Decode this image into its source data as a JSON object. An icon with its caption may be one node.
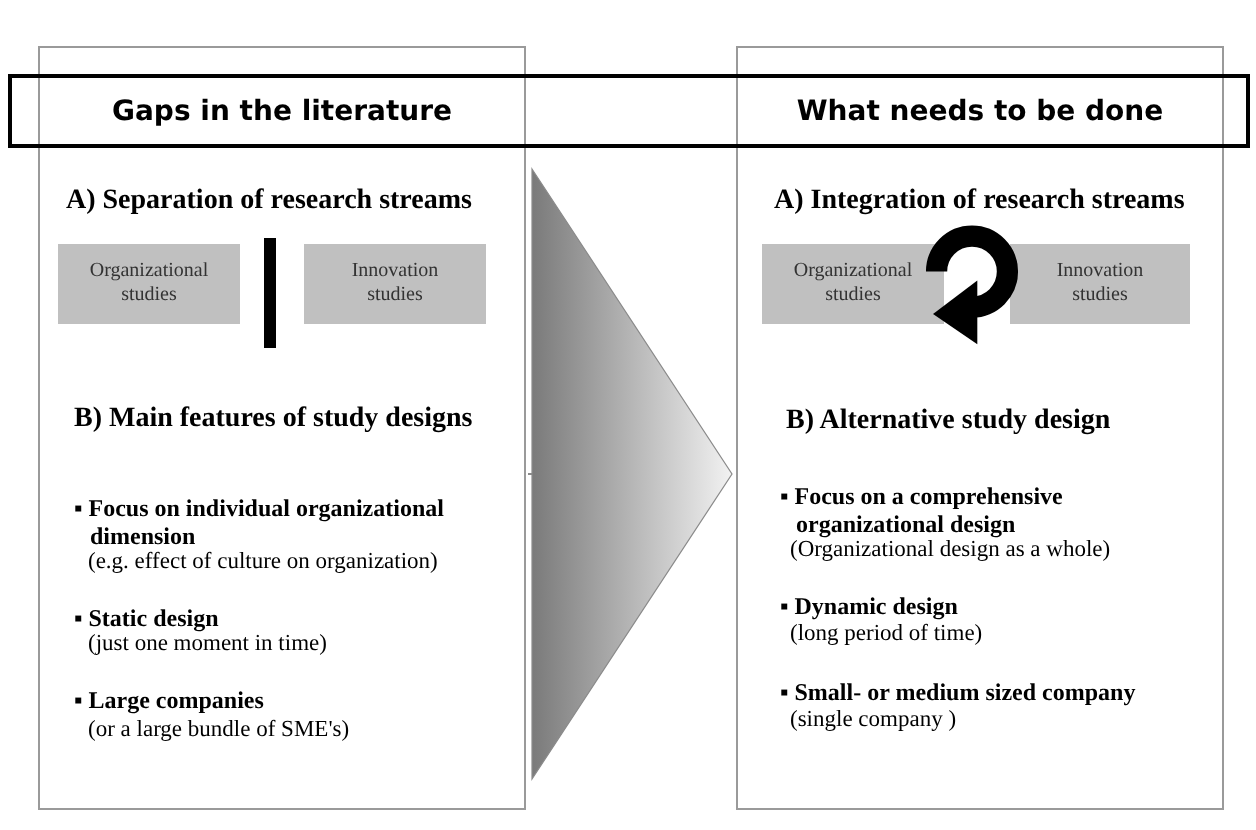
{
  "diagram": {
    "nodes": [
      {
        "text": [
          "Gaps in the literature",
          "What needs to be done"
        ]
      },
      {
        "text": [
          "A) Separation of research streams",
          "B) Main features of study designs",
          "▪ Focus on individual organizational dimension",
          "(e.g. effect of culture on organization)",
          "▪ Static design",
          "(just one moment in time)",
          "▪ Large companies",
          "(or a large bundle of SME's)"
        ]
      },
      {
        "text": [
          "Organizational studies"
        ],
        "in": 1
      },
      {
        "text": [
          "Innovation studies"
        ],
        "in": 1
      },
      {
        "text": [
          "A) Integration of research streams",
          "B) Alternative study design",
          "▪ Focus on a comprehensive organizational design",
          "(Organizational design as a whole)",
          "▪ Dynamic design",
          "(long period of time)",
          "▪ Small- or medium sized company",
          "(single company )"
        ]
      },
      {
        "text": [
          "Organizational studies"
        ],
        "in": 4
      },
      {
        "text": [
          "Innovation studies"
        ],
        "in": 4
      }
    ],
    "edges": [
      {
        "from": 1,
        "to": 4,
        "arrow": "to"
      }
    ]
  }
}
